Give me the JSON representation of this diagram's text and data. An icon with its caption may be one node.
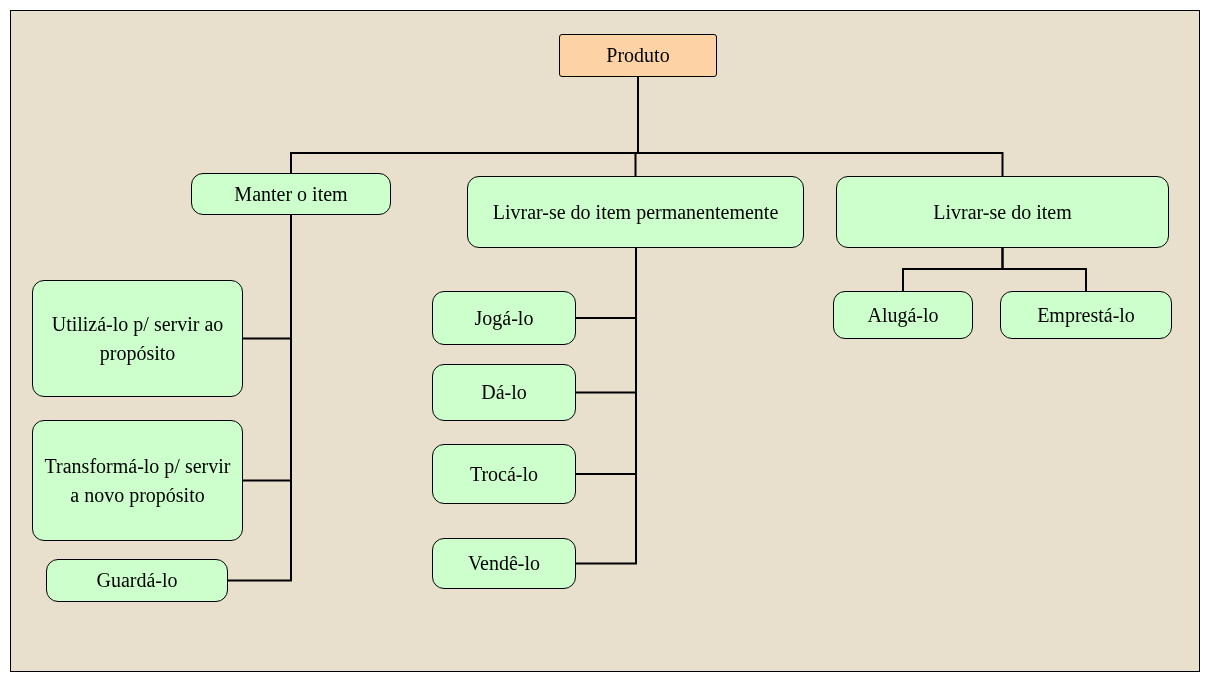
{
  "diagram": {
    "nodes": [
      {
        "text": [
          "Produto"
        ]
      },
      {
        "text": [
          "Manter o item"
        ]
      },
      {
        "text": [
          "Livrar-se do item permanentemente"
        ]
      },
      {
        "text": [
          "Livrar-se do item"
        ]
      },
      {
        "text": [
          "Utilizá-lo p/ servir ao propósito"
        ]
      },
      {
        "text": [
          "Transformá-lo p/ servir a novo propósito"
        ]
      },
      {
        "text": [
          "Guardá-lo"
        ]
      },
      {
        "text": [
          "Jogá-lo"
        ]
      },
      {
        "text": [
          "Dá-lo"
        ]
      },
      {
        "text": [
          "Trocá-lo"
        ]
      },
      {
        "text": [
          "Vendê-lo"
        ]
      },
      {
        "text": [
          "Alugá-lo"
        ]
      },
      {
        "text": [
          "Emprestá-lo"
        ]
      }
    ],
    "edges": [
      {
        "from": 0,
        "to": 1,
        "arrow": "none"
      },
      {
        "from": 0,
        "to": 2,
        "arrow": "none"
      },
      {
        "from": 0,
        "to": 3,
        "arrow": "none"
      },
      {
        "from": 1,
        "to": 4,
        "arrow": "none"
      },
      {
        "from": 1,
        "to": 5,
        "arrow": "none"
      },
      {
        "from": 1,
        "to": 6,
        "arrow": "none"
      },
      {
        "from": 2,
        "to": 7,
        "arrow": "none"
      },
      {
        "from": 2,
        "to": 8,
        "arrow": "none"
      },
      {
        "from": 2,
        "to": 9,
        "arrow": "none"
      },
      {
        "from": 2,
        "to": 10,
        "arrow": "none"
      },
      {
        "from": 3,
        "to": 11,
        "arrow": "none"
      },
      {
        "from": 3,
        "to": 12,
        "arrow": "none"
      }
    ]
  }
}
